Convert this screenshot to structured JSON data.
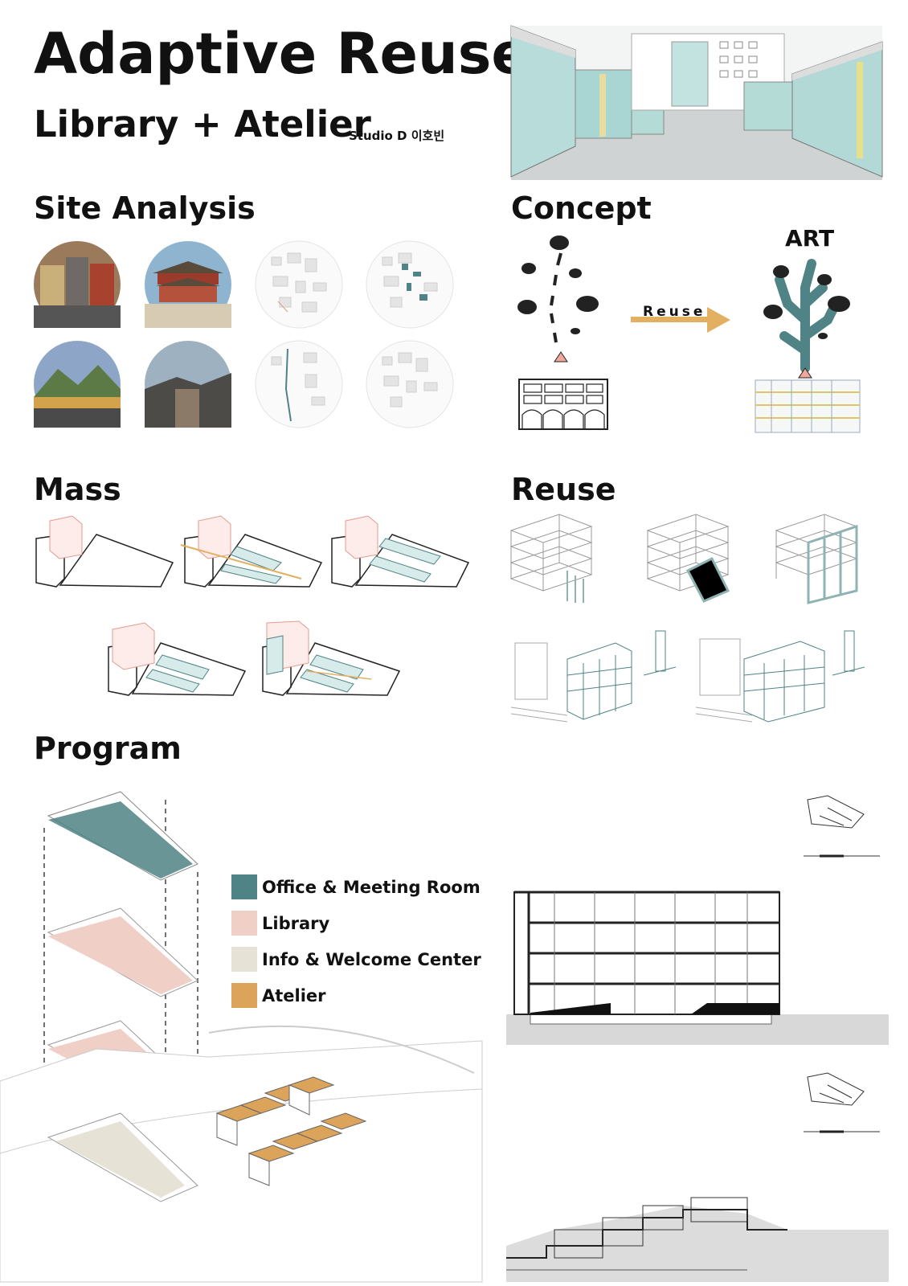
{
  "header": {
    "title": "Adaptive Reuse",
    "subtitle": "Library + Atelier",
    "studio": "Studio D 이호빈"
  },
  "sections": {
    "site_analysis": "Site Analysis",
    "concept": "Concept",
    "mass": "Mass",
    "reuse": "Reuse",
    "program": "Program"
  },
  "concept": {
    "art_label": "ART",
    "arrow_label": "Reuse"
  },
  "legend": [
    {
      "label": "Office & Meeting Room",
      "color": "#4f8385"
    },
    {
      "label": "Library",
      "color": "#f0cfc7"
    },
    {
      "label": "Info & Welcome Center",
      "color": "#e6e3d6"
    },
    {
      "label": "Atelier",
      "color": "#dca35a"
    }
  ],
  "colors": {
    "teal": "#4f8385",
    "pink": "#f0cfc7",
    "beige": "#e6e3d6",
    "gold": "#dca35a",
    "arrow": "#e2b060"
  }
}
